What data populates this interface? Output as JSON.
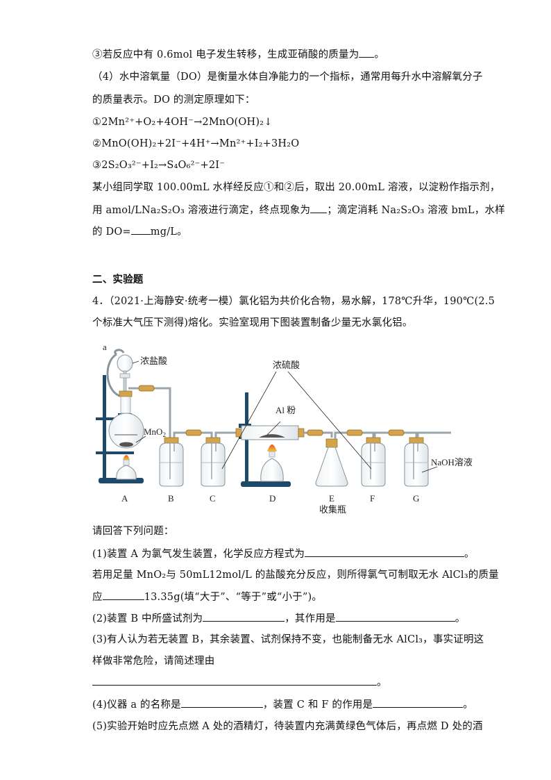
{
  "part3_q3": {
    "prefix": "③若反应中有 0.6mol 电子发生转移，生成亚硝酸的质量为",
    "suffix": "。"
  },
  "part4": {
    "line1": "（4）水中溶氧量（DO）是衡量水体自净能力的一个指标，通常用每升水中溶解氧分子",
    "line2": "的质量表示。DO 的测定原理如下：",
    "eq1": "①2Mn²⁺+O₂+4OH⁻→2MnO(OH)₂↓",
    "eq2": "②MnO(OH)₂+2I⁻+4H⁺→Mn²⁺+I₂+3H₂O",
    "eq3": "③2S₂O₃²⁻+I₂→S₄O₆²⁻+2I⁻",
    "line3": "某小组同学取 100.00mL 水样经反应①和②后，取出 20.00mL 溶液，以淀粉作指示剂，",
    "line4a": "用 amol/LNa₂S₂O₃ 溶液进行滴定，终点现象为",
    "line4b": "；滴定消耗 Na₂S₂O₃ 溶液 bmL，水样",
    "line5a": "的 DO=",
    "line5b": "mg/L。"
  },
  "section": {
    "title": "二、实验题"
  },
  "q4": {
    "intro1": "4．（2021·上海静安·统考一模）氯化铝为共价化合物，易水解，178℃升华，190℃(2.5",
    "intro2": "个标准大气压下测得)熔化。实验室现用下图装置制备少量无水氯化铝。"
  },
  "diagram": {
    "labels": {
      "a": "a",
      "hcl": "浓盐酸",
      "mno2": "MnO₂",
      "h2so4": "浓硫酸",
      "al": "Al 粉",
      "naoh": "NaOH溶液"
    },
    "apparatus": [
      "A",
      "B",
      "C",
      "D",
      "E",
      "F",
      "G"
    ],
    "e_caption": "收集瓶",
    "colors": {
      "stand": "#1d4a6b",
      "rubber": "#d4a34a",
      "glass": "#9aa4ab",
      "flame": "#e8862a"
    }
  },
  "questions": {
    "prompt": "请回答下列问题：",
    "q1a": "(1)装置 A 为氯气发生装置，化学反应方程式为",
    "q1a_end": "。",
    "q1b": "若用足量 MnO₂与 50mL12mol/L 的盐酸充分反应，则所得氯气可制取无水 AlCl₃的质量",
    "q1c_start": "应",
    "q1c_end": "13.35g(填“大于”、“等于”或“小于”)。",
    "q2_start": "(2)装置 B 中所盛试剂为",
    "q2_mid": "，其作用是",
    "q2_end": "。",
    "q3a": "(3)有人认为若无装置 B，其余装置、试剂保持不变，也能制备无水 AlCl₃，事实证明这",
    "q3b": "样做非常危险，请简述理由",
    "q3c_end": "。",
    "q4_start": "(4)仪器 a 的名称是",
    "q4_mid": "，装置 C 和 F 的作用是",
    "q4_end": "。",
    "q5": "(5)实验开始时应先点燃 A 处的酒精灯，待装置内充满黄绿色气体后，再点燃 D 处的酒"
  }
}
